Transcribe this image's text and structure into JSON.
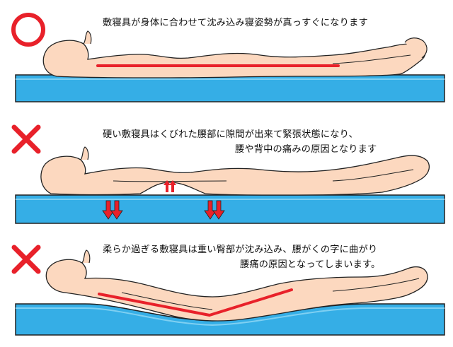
{
  "colors": {
    "good_mark": "#e8212a",
    "bad_mark": "#e8212a",
    "mattress_top": "#35aee6",
    "mattress_side": "#1c8fd1",
    "skin": "#fcd8bf",
    "outline": "#222222",
    "spine_line": "#e8212a",
    "pressure_arrow": "#e8212a"
  },
  "panels": [
    {
      "mark": "circle",
      "caption_lines": [
        "敷寝具が身体に合わせて沈み込み寝姿勢が真っすぐになります"
      ]
    },
    {
      "mark": "cross",
      "caption_lines": [
        "硬い敷寝具はくびれた腰部に隙間が出来て緊張状態になり、",
        "腰や背中の痛みの原因となります"
      ]
    },
    {
      "mark": "cross",
      "caption_lines": [
        "柔らか過ぎる敷寝具は重い臀部が沈み込み、腰がくの字に曲がり",
        "腰痛の原因となってしまいます。"
      ]
    }
  ]
}
